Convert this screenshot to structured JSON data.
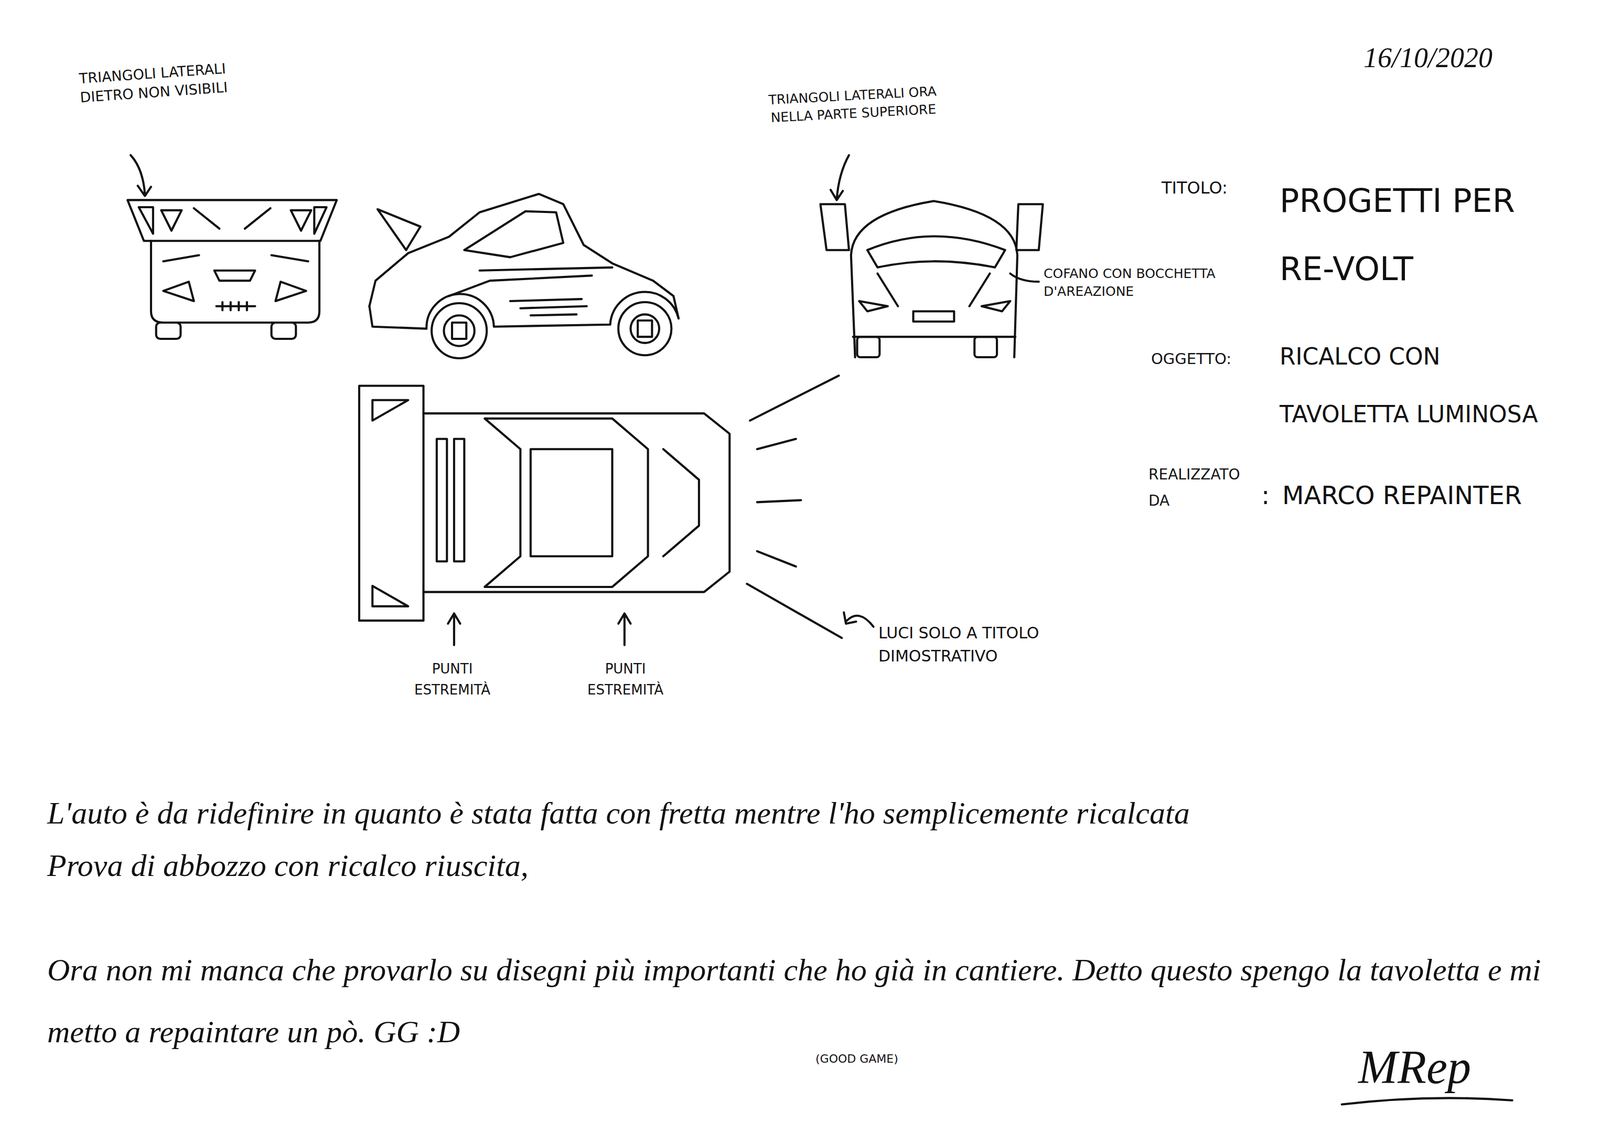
{
  "diagram": {
    "title": "PROGETTI PER RE-VOLT",
    "labels": [
      "TRIANGOLI LATERALI DIETRO NON VISIBILI",
      "TRIANGOLI LATERALI ORA NELLA PARTE SUPERIORE",
      "16/10/2020",
      "TITOLO:",
      "COFANO CON BOCCHETTA D'AREAZIONE",
      "OGGETTO:",
      "RICALCO CON TAVOLETTA LUMINOSA",
      "REALIZZATO DA",
      ":",
      "MARCO REPAINTER",
      "PUNTI ESTREMITÀ",
      "PUNTI ESTREMITÀ",
      "LUCI SOLO A TITOLO DIMOSTRATIVO",
      "L'auto è da ridefinire in quanto è stata fatta con fretta mentre l'ho semplicemente ricalcata",
      "Prova di abbozzo con ricalco riuscita,",
      "Ora non mi manca che provarlo su disegni più importanti che ho già in cantiere. Detto questo spengo la tavoletta e mi metto a repaintare un pò. GG :D",
      "(GOOD GAME)",
      "MRep"
    ]
  }
}
